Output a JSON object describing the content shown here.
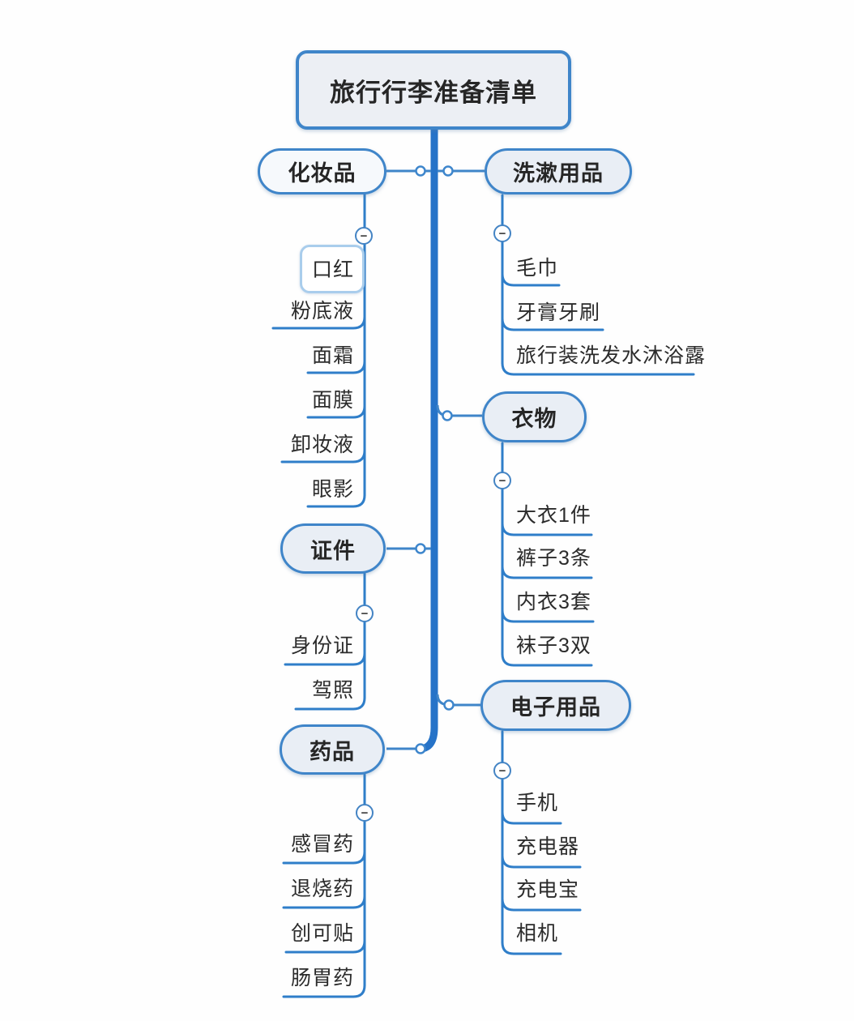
{
  "root": {
    "label": "旅行行李准备清单"
  },
  "branches": [
    {
      "id": "cosmetics",
      "label": "化妆品",
      "side": "left",
      "items": [
        "口红",
        "粉底液",
        "面霜",
        "面膜",
        "卸妆液",
        "眼影"
      ]
    },
    {
      "id": "toiletries",
      "label": "洗漱用品",
      "side": "right",
      "items": [
        "毛巾",
        "牙膏牙刷",
        "旅行装洗发水沐浴露"
      ]
    },
    {
      "id": "clothing",
      "label": "衣物",
      "side": "right",
      "items": [
        "大衣1件",
        "裤子3条",
        "内衣3套",
        "袜子3双"
      ]
    },
    {
      "id": "documents",
      "label": "证件",
      "side": "left",
      "items": [
        "身份证",
        "驾照"
      ]
    },
    {
      "id": "medicine",
      "label": "药品",
      "side": "left",
      "items": [
        "感冒药",
        "退烧药",
        "创可贴",
        "肠胃药"
      ]
    },
    {
      "id": "electronics",
      "label": "电子用品",
      "side": "right",
      "items": [
        "手机",
        "充电器",
        "充电宝",
        "相机"
      ]
    }
  ],
  "selected_item": "口红",
  "icons": {
    "collapse": "−"
  },
  "colors": {
    "trunk": "#2673c8",
    "branch_line": "#2f7ec9",
    "node_border": "#3f85c9",
    "node_fill": "#e9eef5",
    "root_fill": "#eceff4",
    "selected_node_fill": "#f6f9fc",
    "selection_border": "#a9cdec",
    "text": "#2b2b2b"
  }
}
